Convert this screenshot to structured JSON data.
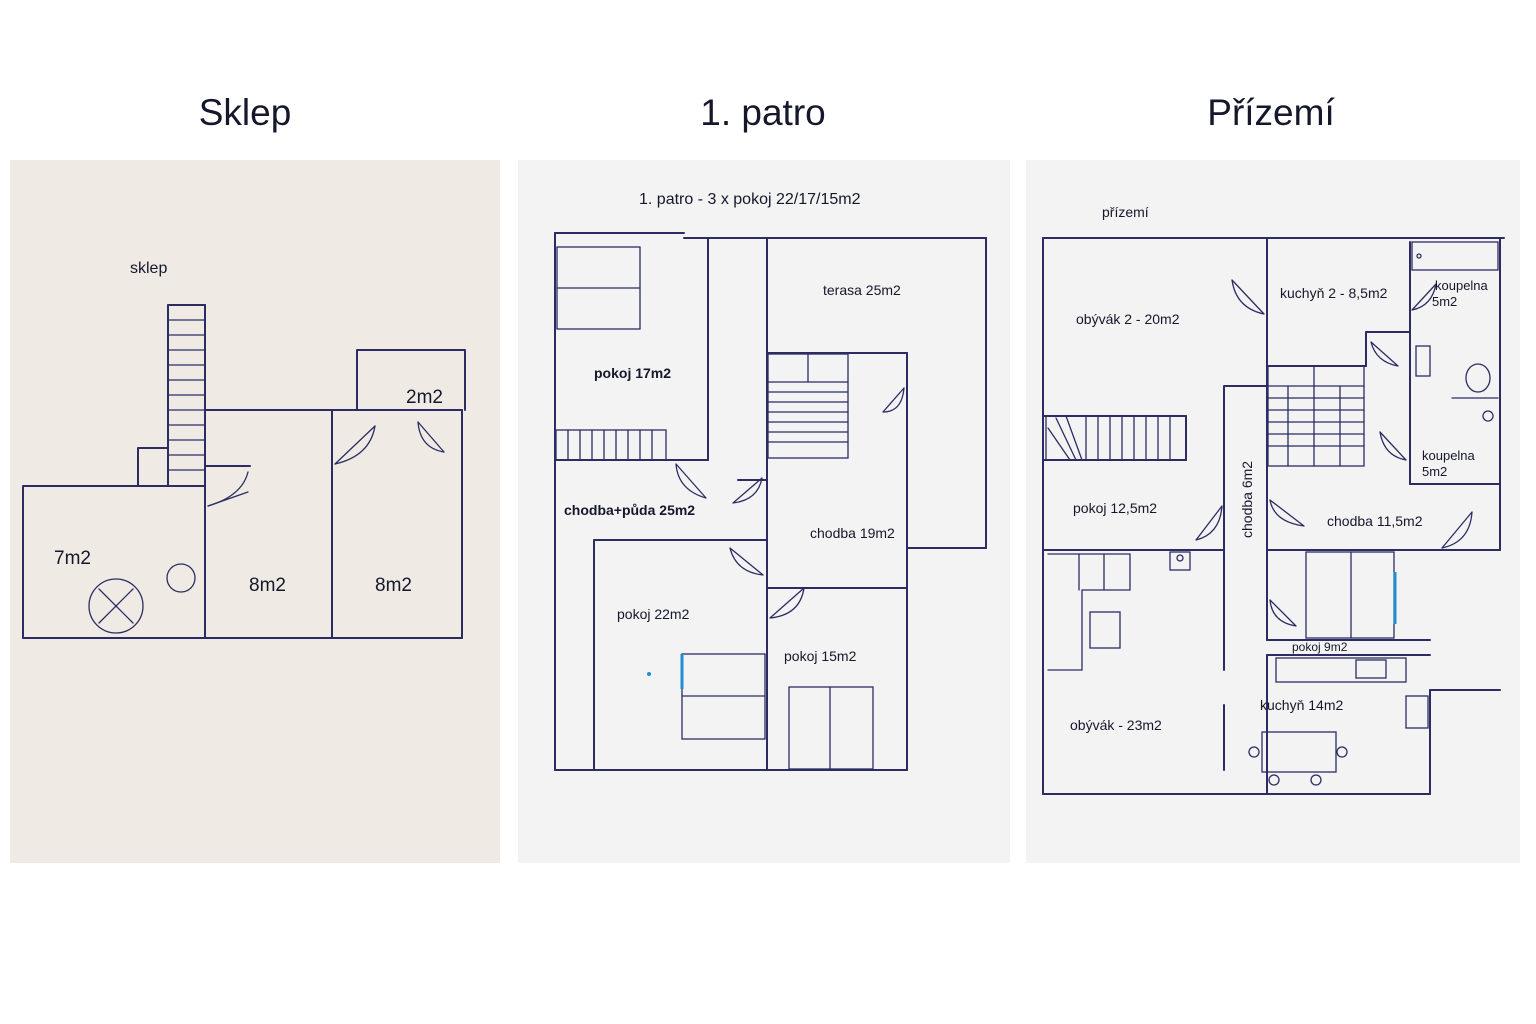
{
  "headings": {
    "basement": "Sklep",
    "first_floor": "1. patro",
    "ground_floor": "Přízemí"
  },
  "basement": {
    "caption": "sklep",
    "room_7": "7m2",
    "room_8a": "8m2",
    "room_8b": "8m2",
    "room_2": "2m2"
  },
  "first_floor": {
    "caption": "1. patro - 3 x pokoj 22/17/15m2",
    "terasa": "terasa 25m2",
    "pokoj_17": "pokoj 17m2",
    "chodba_puda": "chodba+půda 25m2",
    "chodba_19": "chodba 19m2",
    "pokoj_22": "pokoj 22m2",
    "pokoj_15": "pokoj 15m2"
  },
  "ground_floor": {
    "caption": "přízemí",
    "obyvak_2": "obývák 2 - 20m2",
    "kuchyn_2": "kuchyň 2 - 8,5m2",
    "koupelna_top_1": "koupelna",
    "koupelna_top_2": "5m2",
    "koupelna_mid_1": "koupelna",
    "koupelna_mid_2": "5m2",
    "chodba_6": "chodba 6m2",
    "pokoj_12": "pokoj 12,5m2",
    "chodba_11": "chodba 11,5m2",
    "pokoj_9": "pokoj 9m2",
    "kuchyn_14": "kuchyň 14m2",
    "obyvak_23": "obývák - 23m2"
  },
  "colors": {
    "ink": "#2c2c63",
    "accent": "#1e8fd0",
    "paper_basement": "#efebe4",
    "paper_floors": "#f3f3f3"
  }
}
